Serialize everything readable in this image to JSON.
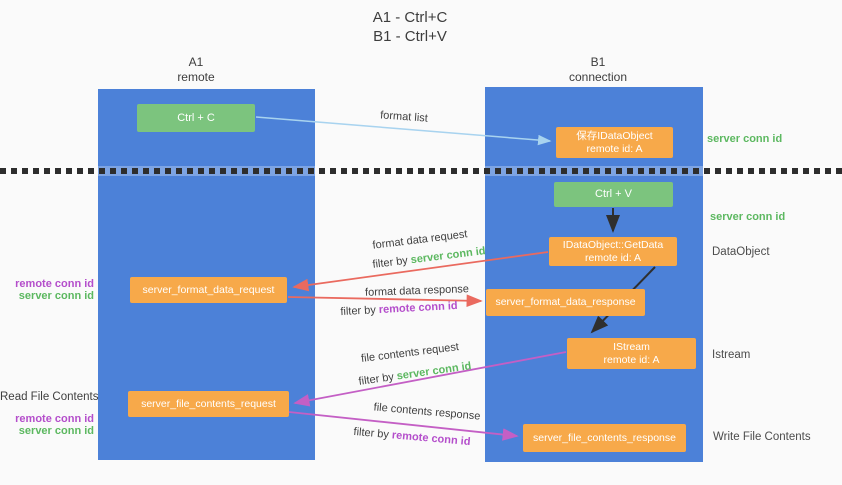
{
  "title": {
    "line1": "A1 - Ctrl+C",
    "line2": "B1 - Ctrl+V"
  },
  "columns": {
    "left": {
      "name": "A1",
      "subtitle": "remote"
    },
    "right": {
      "name": "B1",
      "subtitle": "connection"
    }
  },
  "boxes": {
    "ctrl_c": {
      "label": "Ctrl + C"
    },
    "save_dataobject": {
      "line1": "保存IDataObject",
      "line2": "remote id: A"
    },
    "ctrl_v": {
      "label": "Ctrl + V"
    },
    "getdata": {
      "line1": "IDataObject::GetData",
      "line2": "remote id: A"
    },
    "format_request": {
      "label": "server_format_data_request"
    },
    "format_response": {
      "label": "server_format_data_response"
    },
    "istream": {
      "line1": "IStream",
      "line2": "remote id: A"
    },
    "file_request": {
      "label": "server_file_contents_request"
    },
    "file_response": {
      "label": "server_file_contents_response"
    }
  },
  "arrow_labels": {
    "format_list": "format list",
    "format_data_request": "format data request",
    "format_data_response": "format data response",
    "file_contents_request": "file contents request",
    "file_contents_response": "file contents response",
    "filter_by": "filter by",
    "server_conn_id": "server conn id",
    "remote_conn_id": "remote conn id"
  },
  "side_labels": {
    "server_conn_id_top": "server conn id",
    "server_conn_id_mid": "server conn id",
    "dataobject": "DataObject",
    "istream": "Istream",
    "write_file_contents": "Write File Contents",
    "read_file_contents": "Read File Contents",
    "remote_conn_id_upper": "remote conn id",
    "server_conn_id_upper": "server conn id",
    "remote_conn_id_lower": "remote conn id",
    "server_conn_id_lower": "server conn id"
  },
  "colors": {
    "background": "#fafafa",
    "column_blue": "#4c81d8",
    "box_green": "#7cc47e",
    "box_orange": "#f7a94a",
    "arrow_blue": "#a8d3ef",
    "arrow_red": "#ea6a5f",
    "arrow_magenta": "#c45fc5",
    "arrow_black": "#2f2f2f",
    "text_green": "#5cb860",
    "text_purple": "#b44ecb",
    "text_dark": "#3d3d3d",
    "text_gray": "#4c4c4c"
  }
}
